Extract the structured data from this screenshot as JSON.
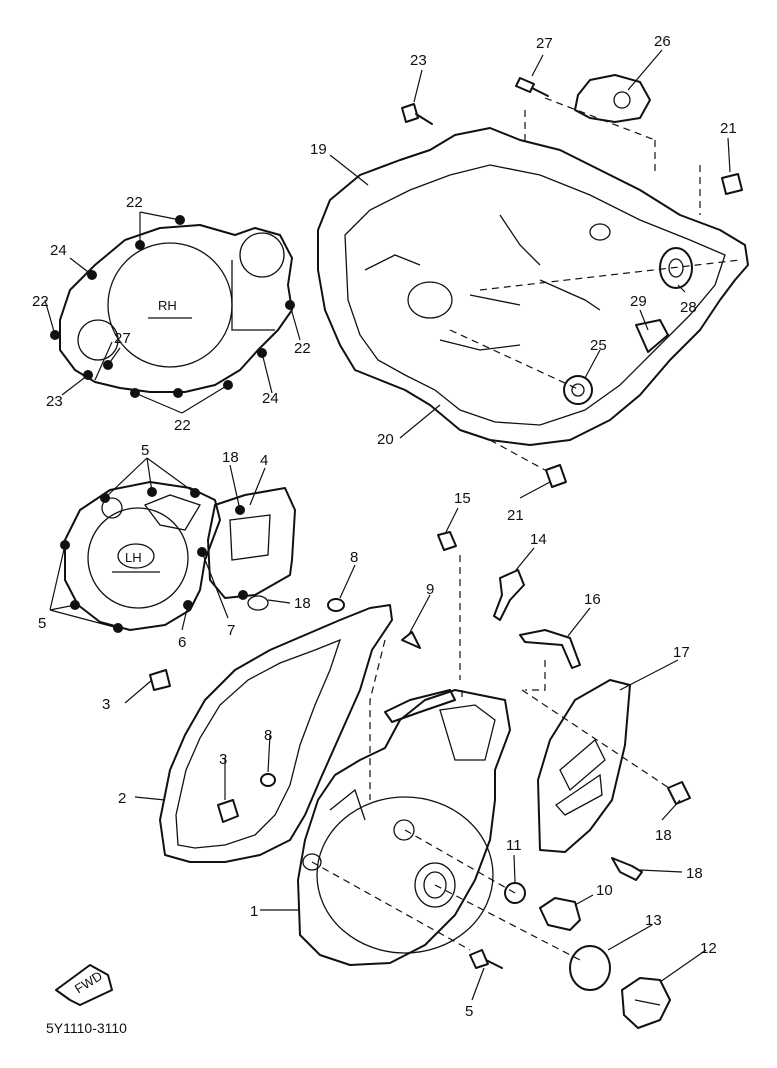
{
  "drawing_code": "5Y1110-3110",
  "fwd_label": "FWD",
  "rh_label": "RH",
  "lh_label": "LH",
  "callouts": {
    "c1": "1",
    "c2": "2",
    "c3a": "3",
    "c3b": "3",
    "c4": "4",
    "c5a": "5",
    "c5b": "5",
    "c5c": "5",
    "c6": "6",
    "c7": "7",
    "c8a": "8",
    "c8b": "8",
    "c9": "9",
    "c10": "10",
    "c11": "11",
    "c12": "12",
    "c13": "13",
    "c14": "14",
    "c15": "15",
    "c16": "16",
    "c17": "17",
    "c18a": "18",
    "c18b": "18",
    "c18c": "18",
    "c18d": "18",
    "c19": "19",
    "c20": "20",
    "c21a": "21",
    "c21b": "21",
    "c22a": "22",
    "c22b": "22",
    "c22c": "22",
    "c22d": "22",
    "c23a": "23",
    "c23b": "23",
    "c24a": "24",
    "c24b": "24",
    "c25": "25",
    "c26": "26",
    "c27a": "27",
    "c27b": "27",
    "c28": "28",
    "c29": "29"
  }
}
